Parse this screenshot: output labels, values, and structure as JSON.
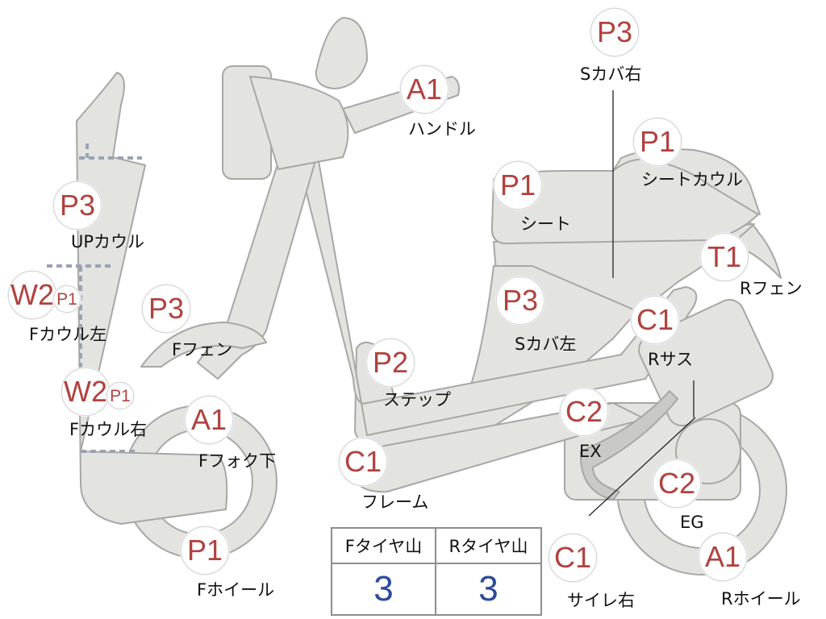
{
  "colors": {
    "part_fill": "#e3e3df",
    "part_stroke": "#a7a8a3",
    "grade_text": "#b0423f",
    "value_text": "#2c4a9c"
  },
  "parts": [
    {
      "id": "up-cowl",
      "grade": "P3",
      "label": "UPカウル"
    },
    {
      "id": "f-cowl-left",
      "grade": "W2",
      "grade2": "P1",
      "label": "Fカウル左"
    },
    {
      "id": "f-cowl-right",
      "grade": "W2",
      "grade2": "P1",
      "label": "Fカウル右"
    },
    {
      "id": "f-fender",
      "grade": "P3",
      "label": "Fフェン"
    },
    {
      "id": "f-fork-lower",
      "grade": "A1",
      "label": "Fフォク下"
    },
    {
      "id": "f-wheel",
      "grade": "P1",
      "label": "Fホイール"
    },
    {
      "id": "handle",
      "grade": "A1",
      "label": "ハンドル"
    },
    {
      "id": "frame",
      "grade": "C1",
      "label": "フレーム"
    },
    {
      "id": "step",
      "grade": "P2",
      "label": "ステップ"
    },
    {
      "id": "seat",
      "grade": "P1",
      "label": "シート"
    },
    {
      "id": "s-cover-right",
      "grade": "P3",
      "label": "Sカバ右"
    },
    {
      "id": "seat-cowl",
      "grade": "P1",
      "label": "シートカウル"
    },
    {
      "id": "r-fender",
      "grade": "T1",
      "label": "Rフェン"
    },
    {
      "id": "s-cover-left",
      "grade": "P3",
      "label": "Sカバ左"
    },
    {
      "id": "r-suspension",
      "grade": "C1",
      "label": "Rサス"
    },
    {
      "id": "exhaust",
      "grade": "C2",
      "label": "EX"
    },
    {
      "id": "engine",
      "grade": "C2",
      "label": "EG"
    },
    {
      "id": "muffler-right",
      "grade": "C1",
      "label": "サイレ右"
    },
    {
      "id": "r-wheel",
      "grade": "A1",
      "label": "Rホイール"
    }
  ],
  "tire_table": {
    "headers": [
      "Fタイヤ山",
      "Rタイヤ山"
    ],
    "values": [
      "3",
      "3"
    ]
  }
}
